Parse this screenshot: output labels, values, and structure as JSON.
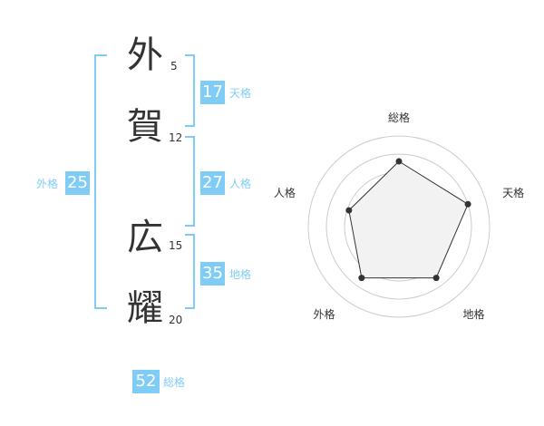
{
  "name_chars": [
    {
      "char": "外",
      "strokes": "5"
    },
    {
      "char": "賀",
      "strokes": "12"
    },
    {
      "char": "広",
      "strokes": "15"
    },
    {
      "char": "耀",
      "strokes": "20"
    }
  ],
  "kakusu": {
    "ten": {
      "value": "17",
      "label": "天格"
    },
    "jin": {
      "value": "27",
      "label": "人格"
    },
    "chi": {
      "value": "35",
      "label": "地格"
    },
    "gai": {
      "value": "25",
      "label": "外格"
    },
    "sou": {
      "value": "52",
      "label": "総格"
    }
  },
  "colors": {
    "accent": "#7fcdf6",
    "text": "#333333",
    "radar_fill": "#f2f2f2",
    "radar_ring": "#cccccc"
  },
  "chart_data": {
    "type": "radar",
    "axes": [
      "総格",
      "天格",
      "地格",
      "外格",
      "人格"
    ],
    "values": [
      0.72,
      0.8,
      0.7,
      0.7,
      0.58
    ],
    "rings": 5
  }
}
